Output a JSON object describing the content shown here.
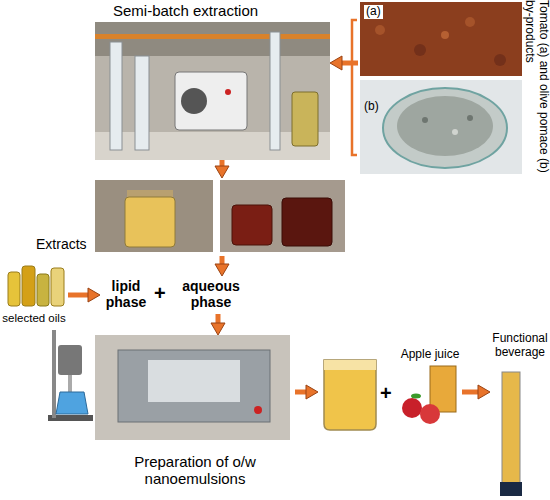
{
  "diagram": {
    "nodes": [
      {
        "text": [
          "Semi-batch extraction"
        ]
      },
      {
        "text": [
          "Tomato (a) and olive pomace (b) by-products"
        ]
      },
      {
        "text": [
          "(a)"
        ],
        "in": 1
      },
      {
        "text": [
          "(b)"
        ],
        "in": 1
      },
      {
        "text": [
          "Extracts"
        ]
      },
      {
        "text": [
          "selected oils"
        ]
      },
      {
        "text": [
          "lipid phase"
        ]
      },
      {
        "text": [
          "aqueous phase"
        ]
      },
      {
        "text": [
          "Preparation of o/w nanoemulsions"
        ]
      },
      {
        "text": [
          "Apple juice"
        ]
      },
      {
        "text": [
          "Functional beverage"
        ]
      }
    ],
    "edges": [
      {
        "from": 1,
        "to": 0,
        "arrow": "to"
      },
      {
        "from": 0,
        "to": 4,
        "arrow": "to"
      },
      {
        "from": 5,
        "to": 6,
        "arrow": "to"
      },
      {
        "from": 4,
        "to": 7,
        "arrow": "to"
      },
      {
        "from": 7,
        "to": 8,
        "arrow": "to"
      },
      {
        "from": 9,
        "to": 10,
        "arrow": "to"
      }
    ],
    "labels": [
      "+",
      "+"
    ]
  }
}
